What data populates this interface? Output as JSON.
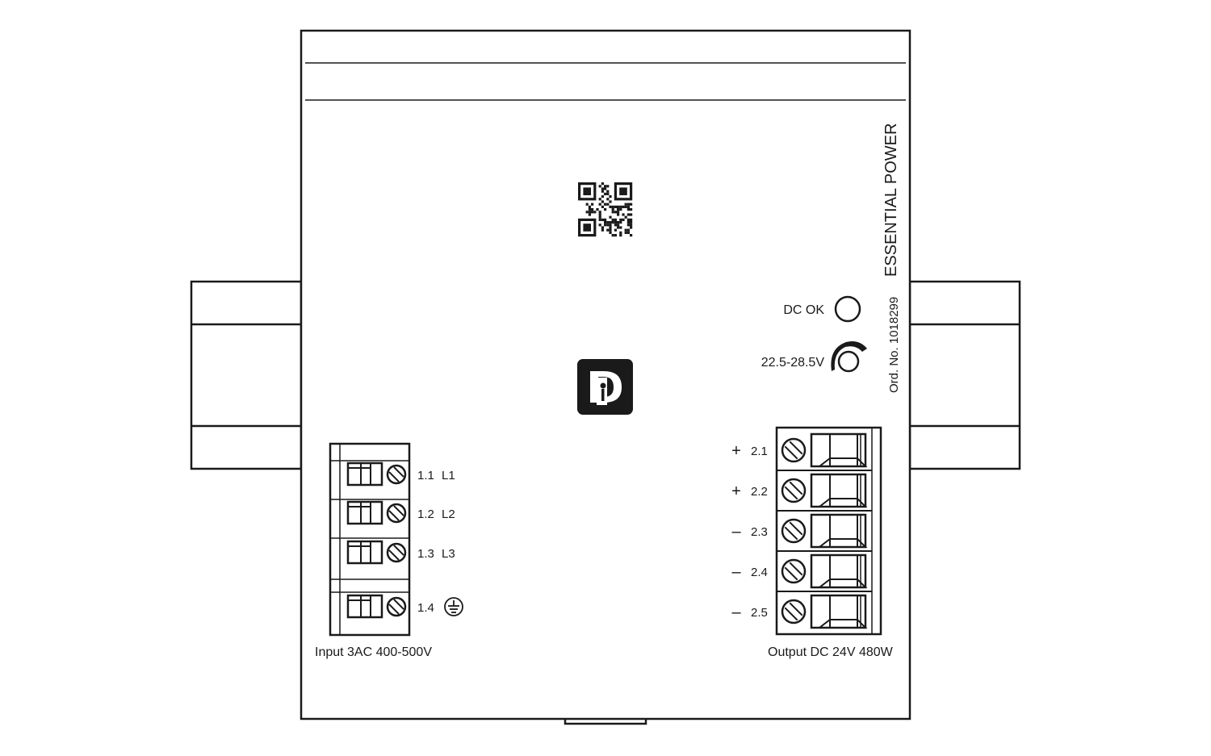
{
  "device": {
    "brand_label": "ESSENTIAL POWER",
    "order_number": "Ord. No. 1018299",
    "dc_ok_label": "DC OK",
    "voltage_adjust_label": "22.5-28.5V"
  },
  "input": {
    "caption": "Input 3AC 400-500V",
    "terminals": [
      {
        "number": "1.1",
        "label": "L1"
      },
      {
        "number": "1.2",
        "label": "L2"
      },
      {
        "number": "1.3",
        "label": "L3"
      },
      {
        "number": "1.4",
        "label": "",
        "icon": "ground-icon"
      }
    ]
  },
  "output": {
    "caption": "Output DC 24V 480W",
    "terminals": [
      {
        "polarity": "+",
        "number": "2.1"
      },
      {
        "polarity": "+",
        "number": "2.2"
      },
      {
        "polarity": "–",
        "number": "2.3"
      },
      {
        "polarity": "–",
        "number": "2.4"
      },
      {
        "polarity": "–",
        "number": "2.5"
      }
    ]
  },
  "icons": [
    "qr-code-icon",
    "phoenix-logo-icon",
    "ground-icon",
    "potentiometer-icon",
    "led-indicator-icon"
  ],
  "colors": {
    "line": "#1a1a1a",
    "background": "#ffffff"
  }
}
